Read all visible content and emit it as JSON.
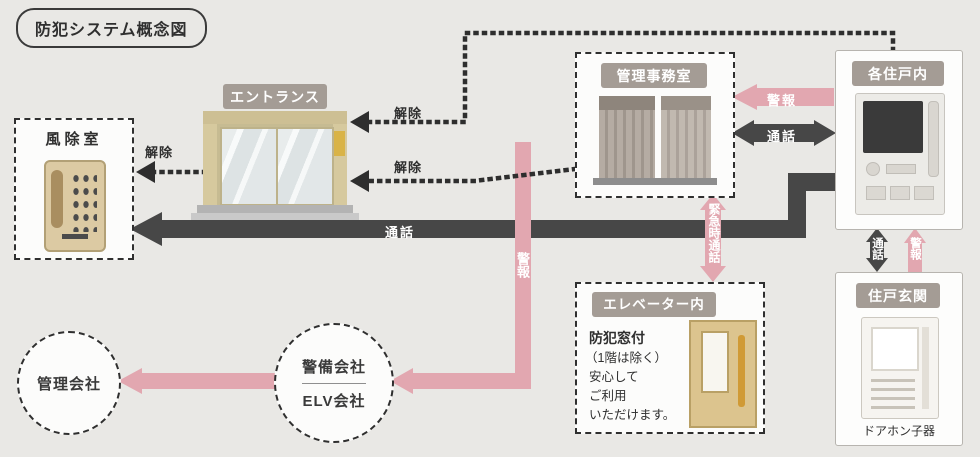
{
  "title": "防犯システム概念図",
  "nodes": {
    "vestibule": {
      "label": "風除室"
    },
    "entrance": {
      "label": "エントランス"
    },
    "office": {
      "label": "管理事務室"
    },
    "unit": {
      "label": "各住戸内"
    },
    "unit_entrance": {
      "label": "住戸玄関",
      "device_label": "ドアホン子器"
    },
    "elevator": {
      "label": "エレベーター内",
      "note_title": "防犯窓付",
      "note_lines": [
        "（1階は除く）",
        "安心して",
        "ご利用",
        "いただけます。"
      ]
    },
    "management_company": {
      "label": "管理会社"
    },
    "security_company": {
      "label": "警備会社",
      "label2": "ELV会社"
    }
  },
  "arrows": {
    "release_top": "解除",
    "release_mid": "解除",
    "release_left": "解除",
    "talk_main": "通話",
    "talk_office_unit": "通話",
    "alarm_unit_office": "警報",
    "alarm_to_security": "警報",
    "emergency_talk": "緊急時通話",
    "talk_unit_door": "通話",
    "alarm_door_unit": "警報"
  },
  "illustrations": {
    "vestibule": "intercom-handset-panel",
    "entrance": "automatic-glass-door",
    "office": "control-cabinets",
    "unit": "intercom-monitor",
    "elevator": "elevator-door",
    "unit_entrance": "doorphone-unit"
  },
  "colors": {
    "alarm_pink": "#e2a7b0",
    "talk_dark": "#474747",
    "dotted_black": "#2e2e2e",
    "tag_bg": "#a49c95",
    "background": "#e9e8e5"
  }
}
